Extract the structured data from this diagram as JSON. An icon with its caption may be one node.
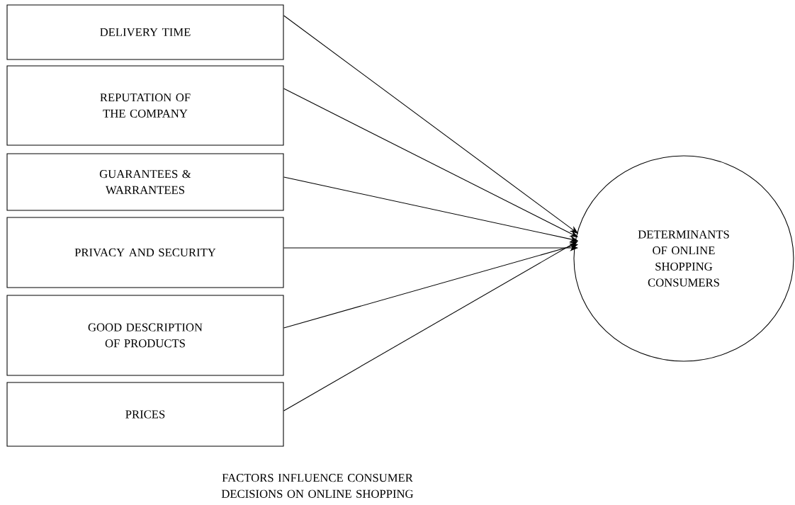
{
  "diagram": {
    "caption": "FACTORS INFLUENCE CONSUMER DECISIONS ON ONLINE SHOPPING",
    "nodes": [
      {
        "text": [
          "DELIVERY TIME"
        ]
      },
      {
        "text": [
          "REPUTATION OF THE COMPANY"
        ]
      },
      {
        "text": [
          "GUARANTEES & WARRANTEES"
        ]
      },
      {
        "text": [
          "PRIVACY AND SECURITY"
        ]
      },
      {
        "text": [
          "GOOD DESCRIPTION OF PRODUCTS"
        ]
      },
      {
        "text": [
          "PRICES"
        ]
      },
      {
        "text": [
          "DETERMINANTS OF ONLINE SHOPPING CONSUMERS"
        ]
      }
    ],
    "edges": [
      {
        "from": 0,
        "to": 6,
        "arrow": "to"
      },
      {
        "from": 1,
        "to": 6,
        "arrow": "to"
      },
      {
        "from": 2,
        "to": 6,
        "arrow": "to"
      },
      {
        "from": 3,
        "to": 6,
        "arrow": "to"
      },
      {
        "from": 4,
        "to": 6,
        "arrow": "to"
      },
      {
        "from": 5,
        "to": 6,
        "arrow": "to"
      }
    ]
  }
}
